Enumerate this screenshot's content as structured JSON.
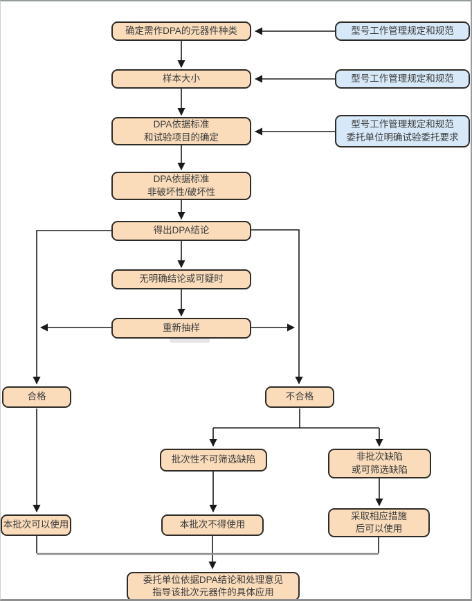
{
  "diagram": {
    "nodes": {
      "determine_type": {
        "label": "确定需作DPA的元器件种类"
      },
      "ref_spec_1": {
        "label": "型号工作管理规定和规范"
      },
      "sample_size": {
        "label": "样本大小"
      },
      "ref_spec_2": {
        "label": "型号工作管理规定和规范"
      },
      "dpa_standard_items": {
        "label": "DPA依据标准\n和试验项目的确定"
      },
      "ref_spec_3": {
        "label": "型号工作管理规定和规范\n委托单位明确试验委托要求"
      },
      "dpa_standard_destructive": {
        "label": "DPA依据标准\n非破坏性/破坏性"
      },
      "conclusion": {
        "label": "得出DPA结论"
      },
      "unclear": {
        "label": "无明确结论或可疑时"
      },
      "resample": {
        "label": "重新抽样"
      },
      "pass": {
        "label": "合格"
      },
      "fail": {
        "label": "不合格"
      },
      "batch_defect": {
        "label": "批次性不可筛选缺陷"
      },
      "nonbatch_defect": {
        "label": "非批次缺陷\n或可筛选缺陷"
      },
      "usable": {
        "label": "本批次可以使用"
      },
      "not_usable": {
        "label": "本批次不得使用"
      },
      "measures": {
        "label": "采取相应措施\n后可以使用"
      },
      "final": {
        "label": "委托单位依据DPA结论和处理意见\n指导该批次元器件的具体应用"
      }
    },
    "colors": {
      "process_fill": "#FADCBB",
      "reference_fill": "#D7E9F8",
      "node_border": "#2E2B27",
      "line": "#1A1A1A",
      "merge_connector": "#8A8A8A"
    }
  }
}
